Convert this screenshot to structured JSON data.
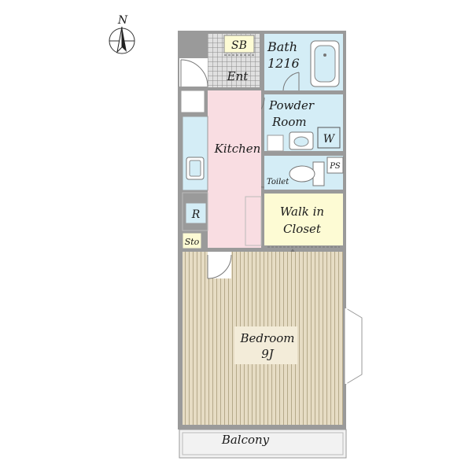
{
  "compass": {
    "label": "N"
  },
  "rooms": {
    "shoe_box": "SB",
    "entrance": "Ent",
    "bath": "Bath",
    "bath_size": "1216",
    "powder_room_line1": "Powder",
    "powder_room_line2": "Room",
    "washer": "W",
    "pipe_space": "PS",
    "toilet": "Toilet",
    "kitchen": "Kitchen",
    "refrigerator": "R",
    "storage": "Sto",
    "walk_in_closet_line1": "Walk in",
    "walk_in_closet_line2": "Closet",
    "bedroom": "Bedroom",
    "bedroom_size": "9J",
    "balcony": "Balcony"
  },
  "colors": {
    "bath_blue": "#d4edf6",
    "kitchen_pink": "#f9dde2",
    "closet_yellow": "#fdfbd4",
    "bedroom_wood": "#e6dcc4",
    "wall_gray": "#9a9a9a",
    "tile_dark": "#8a8a8a"
  }
}
